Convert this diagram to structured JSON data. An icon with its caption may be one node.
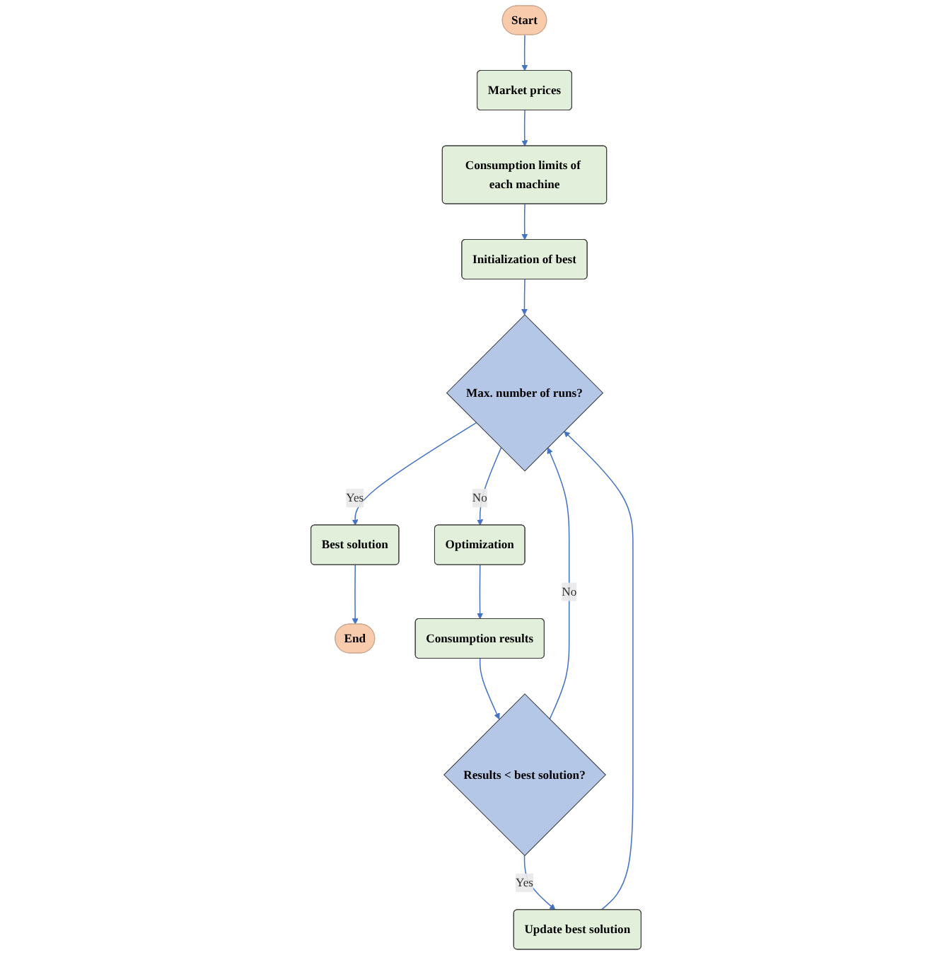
{
  "diagram": {
    "nodes": [
      {
        "text": [
          "Start"
        ]
      },
      {
        "text": [
          "Market prices"
        ]
      },
      {
        "text": [
          "Consumption limits of each machine"
        ]
      },
      {
        "text": [
          "Initialization of best"
        ]
      },
      {
        "text": [
          "Max. number of runs?"
        ]
      },
      {
        "text": [
          "Best solution"
        ]
      },
      {
        "text": [
          "End"
        ]
      },
      {
        "text": [
          "Optimization"
        ]
      },
      {
        "text": [
          "Consumption results"
        ]
      },
      {
        "text": [
          "Results < best solution?"
        ]
      },
      {
        "text": [
          "Update best solution"
        ]
      }
    ],
    "edges": [
      {
        "from": 0,
        "to": 1,
        "arrow": "to"
      },
      {
        "from": 1,
        "to": 2,
        "arrow": "to"
      },
      {
        "from": 2,
        "to": 3,
        "arrow": "to"
      },
      {
        "from": 3,
        "to": 4,
        "arrow": "to"
      },
      {
        "from": 4,
        "to": 5,
        "arrow": "to",
        "label": "Yes"
      },
      {
        "from": 5,
        "to": 6,
        "arrow": "to"
      },
      {
        "from": 4,
        "to": 7,
        "arrow": "to",
        "label": "No"
      },
      {
        "from": 7,
        "to": 8,
        "arrow": "to"
      },
      {
        "from": 8,
        "to": 9,
        "arrow": "to"
      },
      {
        "from": 9,
        "to": 10,
        "arrow": "to",
        "label": "Yes"
      },
      {
        "from": 10,
        "to": 4,
        "arrow": "to"
      },
      {
        "from": 9,
        "to": 4,
        "arrow": "to",
        "label": "No"
      }
    ]
  }
}
